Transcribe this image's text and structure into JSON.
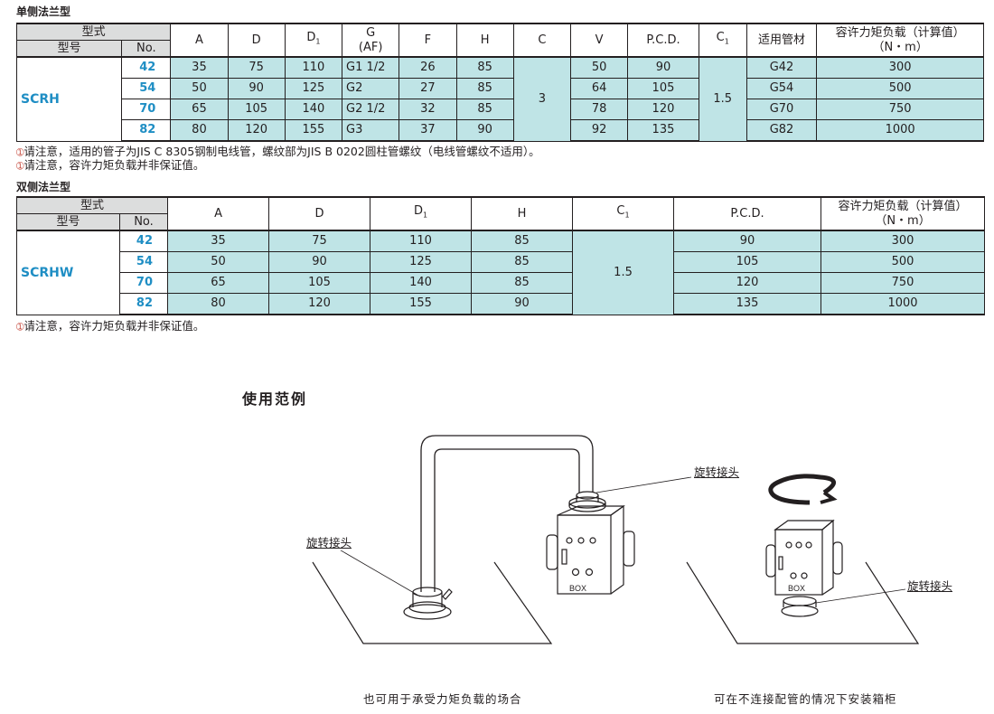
{
  "single": {
    "title": "单侧法兰型",
    "hdr_type": "型式",
    "hdr_model": "型号",
    "hdr_no": "No.",
    "cols": [
      "A",
      "D",
      "D1",
      "G",
      "(AF)",
      "F",
      "H",
      "C",
      "V",
      "P.C.D.",
      "C1",
      "适用管材",
      "容许力矩负载（计算值）",
      "（N・m）"
    ],
    "model": "SCRH",
    "c_merged": "3",
    "c1_merged": "1.5",
    "rows": [
      {
        "no": "42",
        "A": "35",
        "D": "75",
        "D1": "110",
        "G": "G1 1/2",
        "F": "26",
        "H": "85",
        "V": "50",
        "PCD": "90",
        "pipe": "G42",
        "torque": "300"
      },
      {
        "no": "54",
        "A": "50",
        "D": "90",
        "D1": "125",
        "G": "G2",
        "F": "27",
        "H": "85",
        "V": "64",
        "PCD": "105",
        "pipe": "G54",
        "torque": "500"
      },
      {
        "no": "70",
        "A": "65",
        "D": "105",
        "D1": "140",
        "G": "G2 1/2",
        "F": "32",
        "H": "85",
        "V": "78",
        "PCD": "120",
        "pipe": "G70",
        "torque": "750"
      },
      {
        "no": "82",
        "A": "80",
        "D": "120",
        "D1": "155",
        "G": "G3",
        "F": "37",
        "H": "90",
        "V": "92",
        "PCD": "135",
        "pipe": "G82",
        "torque": "1000"
      }
    ],
    "notes": [
      "请注意，适用的管子为JIS C 8305钢制电线管，螺纹部为JIS B 0202圆柱管螺纹（电线管螺纹不适用）。",
      "请注意，容许力矩负载并非保证值。"
    ]
  },
  "double": {
    "title": "双侧法兰型",
    "hdr_type": "型式",
    "hdr_model": "型号",
    "hdr_no": "No.",
    "cols": [
      "A",
      "D",
      "D1",
      "H",
      "C1",
      "P.C.D.",
      "容许力矩负载（计算值）",
      "（N・m）"
    ],
    "model": "SCRHW",
    "c1_merged": "1.5",
    "rows": [
      {
        "no": "42",
        "A": "35",
        "D": "75",
        "D1": "110",
        "H": "85",
        "PCD": "90",
        "torque": "300"
      },
      {
        "no": "54",
        "A": "50",
        "D": "90",
        "D1": "125",
        "H": "85",
        "PCD": "105",
        "torque": "500"
      },
      {
        "no": "70",
        "A": "65",
        "D": "105",
        "D1": "140",
        "H": "85",
        "PCD": "120",
        "torque": "750"
      },
      {
        "no": "82",
        "A": "80",
        "D": "120",
        "D1": "155",
        "H": "90",
        "PCD": "135",
        "torque": "1000"
      }
    ],
    "notes": [
      "请注意，容许力矩负载并非保证值。"
    ]
  },
  "usage": {
    "title": "使用范例",
    "callout_left": "旋转接头",
    "callout_mid": "旋转接头",
    "callout_right": "旋转接头",
    "box_label_1": "BOX",
    "box_label_2": "BOX",
    "caption_left": "也可用于承受力矩负载的场合",
    "caption_right": "可在不连接配管的情况下安装箱柜"
  },
  "colors": {
    "cell_bg": "#bfe4e6",
    "header_gray": "#dcdddd",
    "model_blue": "#1f8ec4",
    "note_mark": "#c0392b"
  },
  "icons": {
    "note_mark": "circled-exclamation-icon",
    "rotation": "rotation-arrow-icon"
  }
}
